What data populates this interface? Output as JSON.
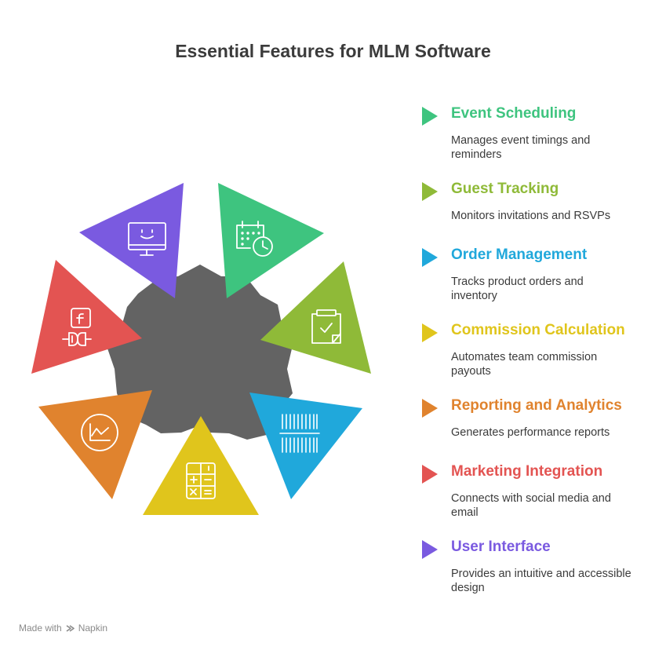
{
  "title": "Essential Features for MLM Software",
  "colors": {
    "center": "#636363",
    "text": "#3b3b3b"
  },
  "features": [
    {
      "name": "Event Scheduling",
      "description": "Manages event timings and reminders",
      "color": "#3ec47f",
      "icon": "calendar-clock-icon"
    },
    {
      "name": "Guest Tracking",
      "description": "Monitors invitations and RSVPs",
      "color": "#8fba38",
      "icon": "clipboard-check-icon"
    },
    {
      "name": "Order Management",
      "description": "Tracks product orders and inventory",
      "color": "#20a8db",
      "icon": "barcode-icon"
    },
    {
      "name": "Commission Calculation",
      "description": "Automates team commission payouts",
      "color": "#e0c51c",
      "icon": "calculator-icon"
    },
    {
      "name": "Reporting and Analytics",
      "description": "Generates performance reports",
      "color": "#e0832e",
      "icon": "line-chart-icon"
    },
    {
      "name": "Marketing Integration",
      "description": "Connects with social media and email",
      "color": "#e35452",
      "icon": "social-plug-icon"
    },
    {
      "name": "User Interface",
      "description": "Provides an intuitive and accessible design",
      "color": "#7a5ae0",
      "icon": "monitor-smile-icon"
    }
  ],
  "footer": {
    "made_with": "Made with",
    "brand": "Napkin",
    "brand_icon": "napkin-logo-icon"
  }
}
